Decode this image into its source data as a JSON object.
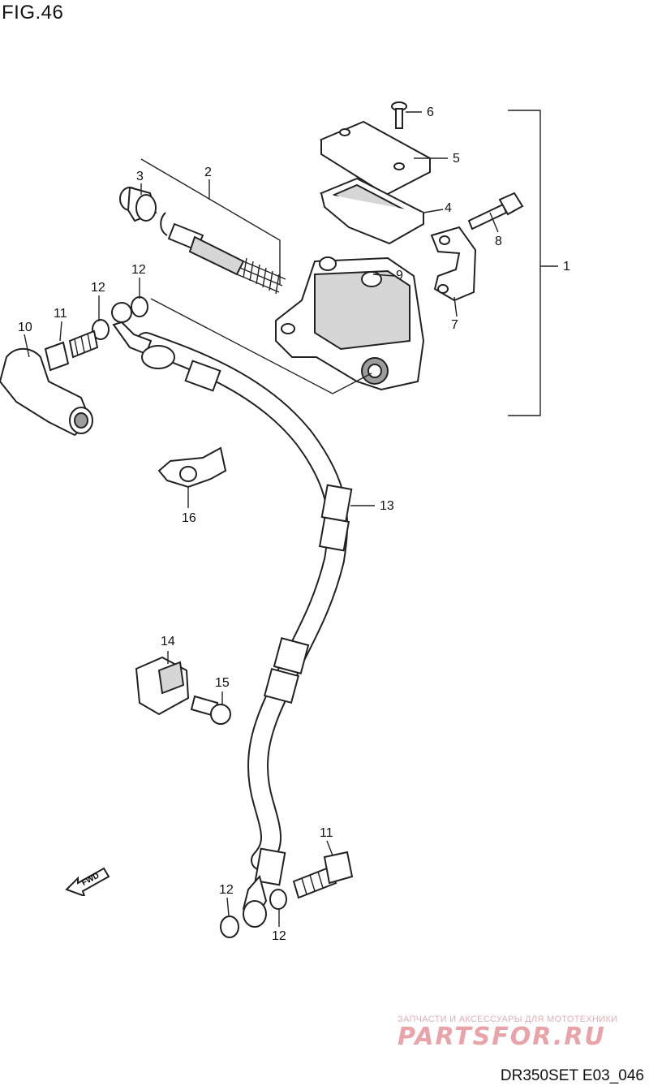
{
  "figure": {
    "title": "FIG.46",
    "code": "DR350SET E03_046"
  },
  "watermark": {
    "tagline": "ЗАПЧАСТИ И АКСЕССУАРЫ ДЛЯ МОТОТЕХНИКИ",
    "brand": "PARTSFOR.RU"
  },
  "fwd_label": "FWD",
  "callouts": {
    "c1": "1",
    "c2": "2",
    "c3": "3",
    "c4": "4",
    "c5": "5",
    "c6": "6",
    "c7": "7",
    "c8": "8",
    "c9": "9",
    "c10": "10",
    "c11a": "11",
    "c11b": "11",
    "c12a": "12",
    "c12b": "12",
    "c12c": "12",
    "c12d": "12",
    "c13": "13",
    "c14": "14",
    "c15": "15",
    "c16": "16"
  },
  "colors": {
    "line": "#222222",
    "watermark": "#e9a3a9"
  }
}
